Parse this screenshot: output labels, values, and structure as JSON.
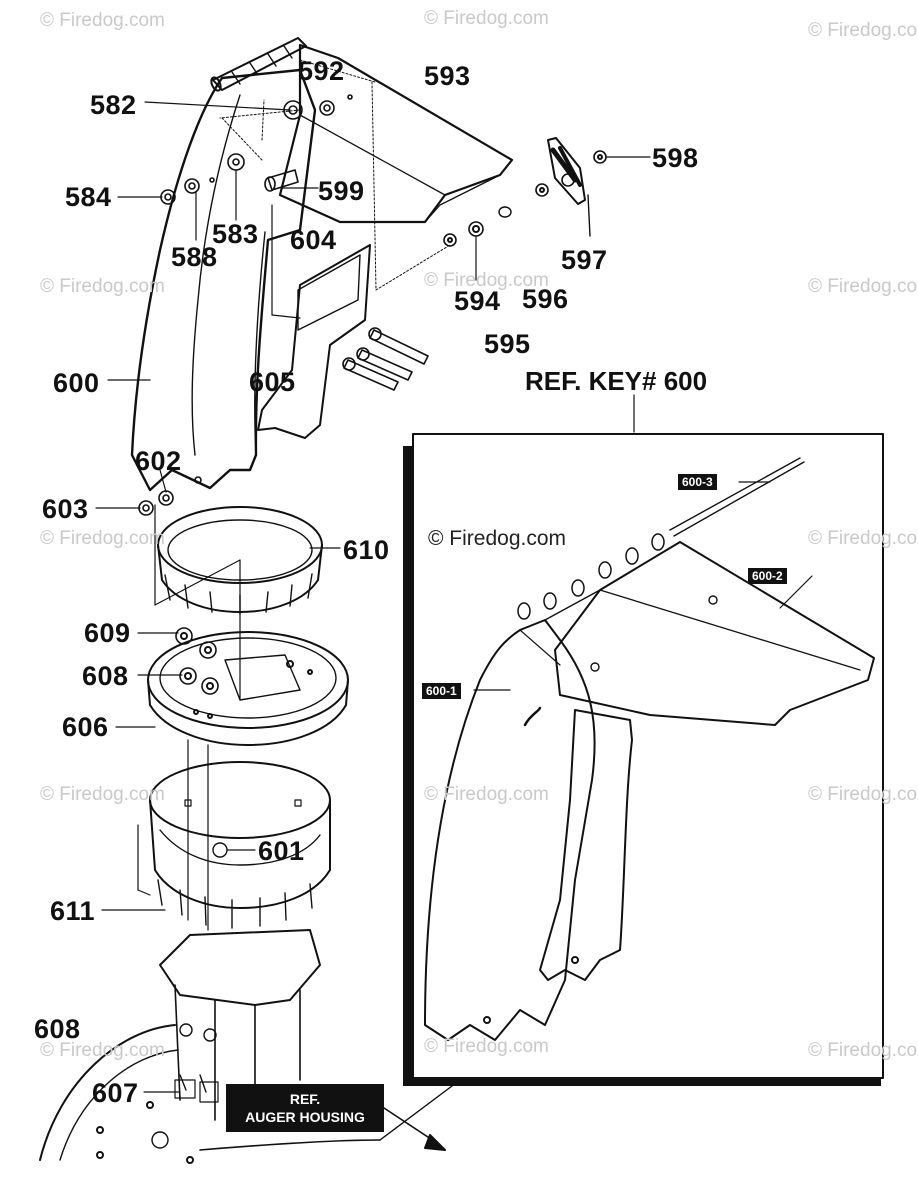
{
  "watermarks": {
    "text": "© Firedog.com",
    "inset_text": "© Firedog.com"
  },
  "callouts": {
    "n592": "592",
    "n593": "593",
    "n582": "582",
    "n598": "598",
    "n584": "584",
    "n599": "599",
    "n583": "583",
    "n588": "588",
    "n604": "604",
    "n597": "597",
    "n594": "594",
    "n596": "596",
    "n595": "595",
    "n600": "600",
    "n605": "605",
    "n602": "602",
    "n603": "603",
    "n610": "610",
    "n609": "609",
    "n608a": "608",
    "n606": "606",
    "n601": "601",
    "n611": "611",
    "n608b": "608",
    "n607": "607"
  },
  "inset": {
    "title": "REF. KEY# 600",
    "tags": {
      "t1": "600-3",
      "t2": "600-2",
      "t3": "600-1"
    }
  },
  "ref_box": {
    "line1": "REF.",
    "line2": "AUGER HOUSING"
  },
  "colors": {
    "ink": "#111111",
    "watermark": "#c9c9c9",
    "background": "#ffffff"
  }
}
